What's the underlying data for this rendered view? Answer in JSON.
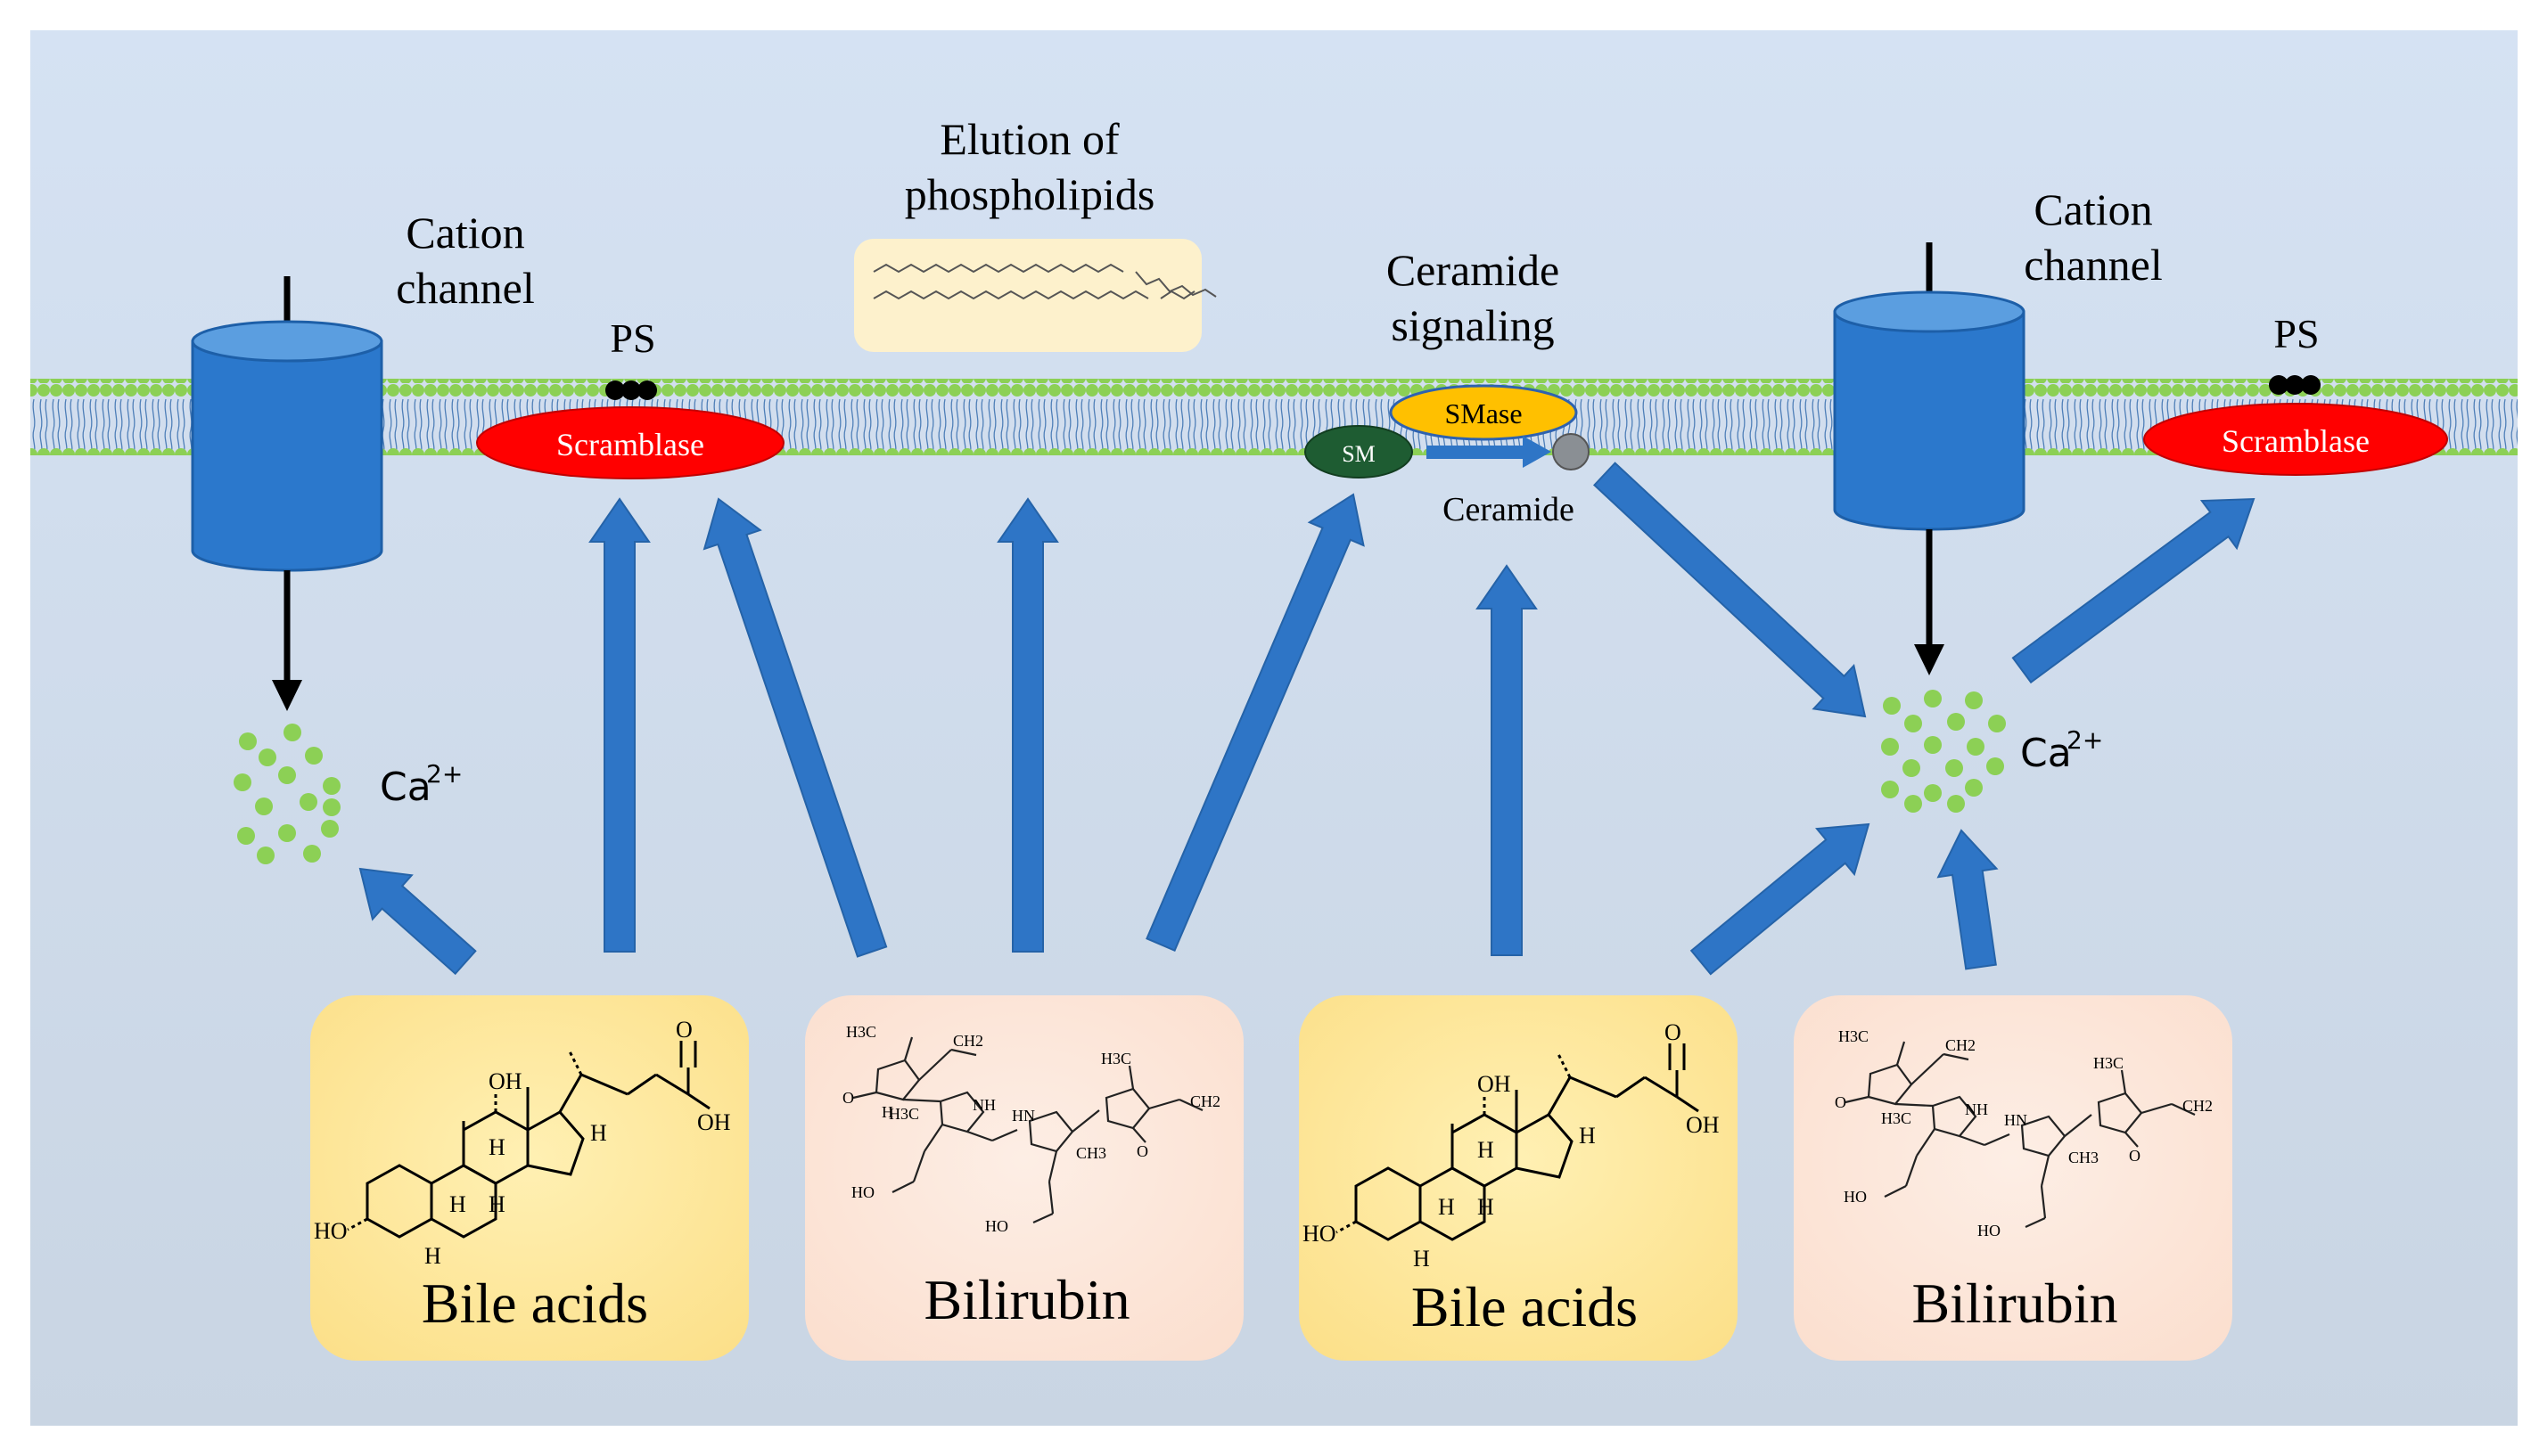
{
  "labels": {
    "cation_channel_left": [
      "Cation",
      "channel"
    ],
    "cation_channel_right": [
      "Cation",
      "channel"
    ],
    "elution": [
      "Elution of",
      "phospholipids"
    ],
    "ceramide_signaling": [
      "Ceramide",
      "signaling"
    ],
    "ps_left": "PS",
    "ps_right": "PS",
    "scramblase_left": "Scramblase",
    "scramblase_right": "Scramblase",
    "smase": "SMase",
    "sm": "SM",
    "ceramide": "Ceramide",
    "ca_left": "Ca",
    "ca_right": "Ca",
    "ca_superscript": "2+"
  },
  "boxes": [
    {
      "id": "bile-acids-1",
      "label": "Bile acids",
      "structure": "bile-acid"
    },
    {
      "id": "bilirubin-1",
      "label": "Bilirubin",
      "structure": "bilirubin"
    },
    {
      "id": "bile-acids-2",
      "label": "Bile acids",
      "structure": "bile-acid"
    },
    {
      "id": "bilirubin-2",
      "label": "Bilirubin",
      "structure": "bilirubin"
    }
  ],
  "bile_acid_atoms": {
    "oh_top": "OH",
    "o": "O",
    "oh_right": "OH",
    "ho": "HO",
    "h": "H"
  },
  "bilirubin_atoms": {
    "h3c": "H3C",
    "ch2": "CH2",
    "o": "O",
    "nh": "NH",
    "hn": "HN",
    "ch3": "CH3",
    "ho": "HO"
  },
  "colors": {
    "background": "#d4e0ef",
    "arrow": "#2e75c6",
    "lipid_head": "#8cd055",
    "channel": "#2b78cc",
    "scramblase": "#ff0000",
    "smase": "#ffc000",
    "sm": "#1e5c32",
    "bile_box": "#fde598",
    "bilirubin_box": "#fbe3d6",
    "phospholipid_box": "#fdf1cc"
  }
}
